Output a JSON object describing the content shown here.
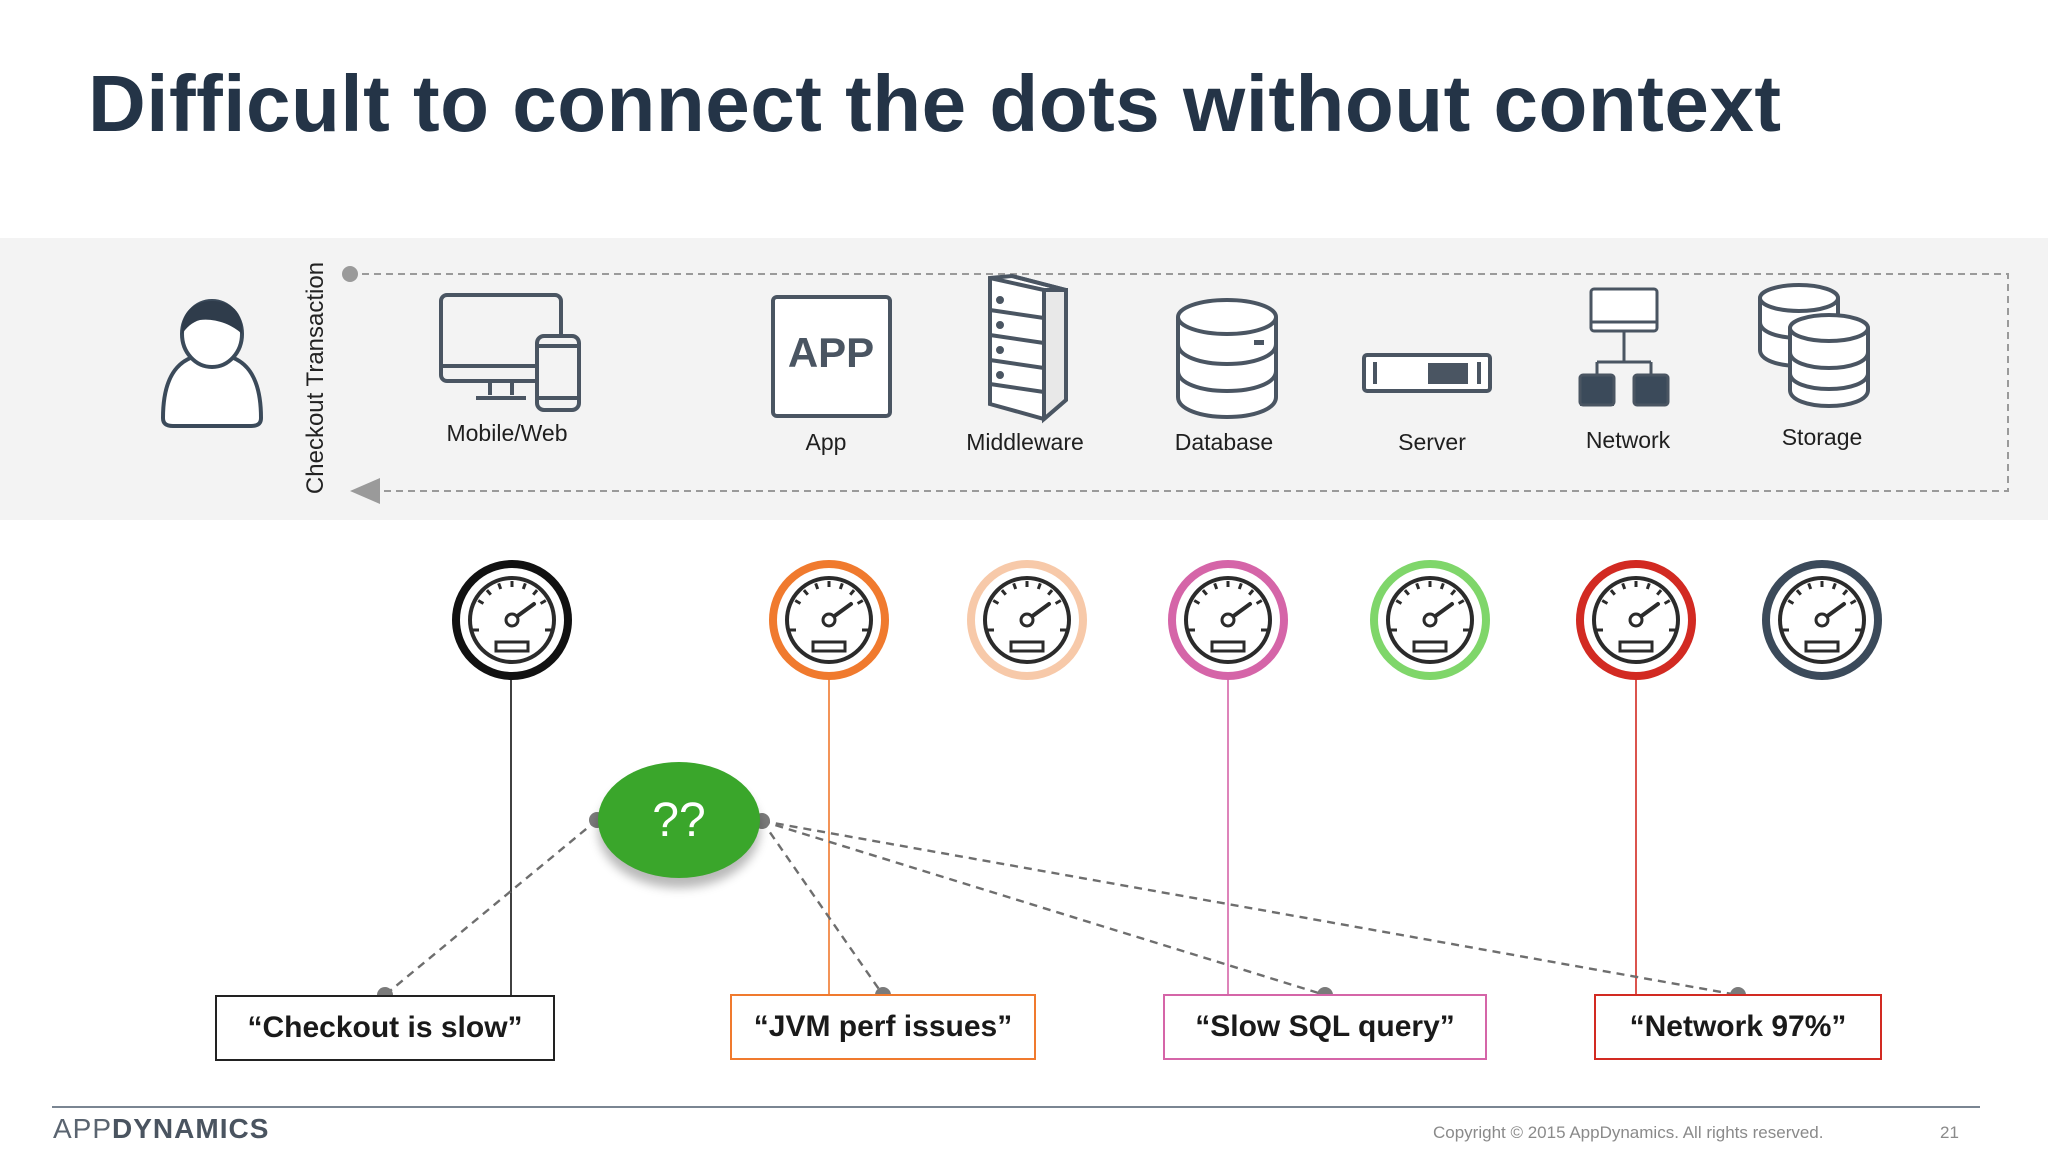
{
  "slide": {
    "title": "Difficult to connect the dots without context",
    "transaction_label": "Checkout Transaction"
  },
  "tiers": [
    {
      "label": "Mobile/Web",
      "icon": "mobile-web-icon"
    },
    {
      "label": "App",
      "icon": "app-icon",
      "icon_text": "APP"
    },
    {
      "label": "Middleware",
      "icon": "middleware-icon"
    },
    {
      "label": "Database",
      "icon": "database-icon"
    },
    {
      "label": "Server",
      "icon": "server-icon"
    },
    {
      "label": "Network",
      "icon": "network-icon"
    },
    {
      "label": "Storage",
      "icon": "storage-icon"
    }
  ],
  "user_icon": "user-icon",
  "gauges": [
    {
      "tier": "Mobile/Web",
      "color": "#111111"
    },
    {
      "tier": "App",
      "color": "#f07a2e"
    },
    {
      "tier": "Middleware",
      "color": "#f7c9a9"
    },
    {
      "tier": "Database",
      "color": "#d565a8"
    },
    {
      "tier": "Server",
      "color": "#7fd66a"
    },
    {
      "tier": "Network",
      "color": "#d22a22"
    },
    {
      "tier": "Storage",
      "color": "#3b4a5a"
    }
  ],
  "question_bubble": {
    "text": "??",
    "color": "#3aa62b"
  },
  "quotes": [
    {
      "text": "“Checkout is slow”",
      "border": "#222222"
    },
    {
      "text": "“JVM perf issues”",
      "border": "#f07a2e"
    },
    {
      "text": "“Slow SQL query”",
      "border": "#d565a8"
    },
    {
      "text": "“Network 97%”",
      "border": "#d22a22"
    }
  ],
  "footer": {
    "brand_light": "APP",
    "brand_bold": "DYNAMICS",
    "copyright": "Copyright © 2015 AppDynamics. All rights reserved.",
    "page_number": "21"
  }
}
